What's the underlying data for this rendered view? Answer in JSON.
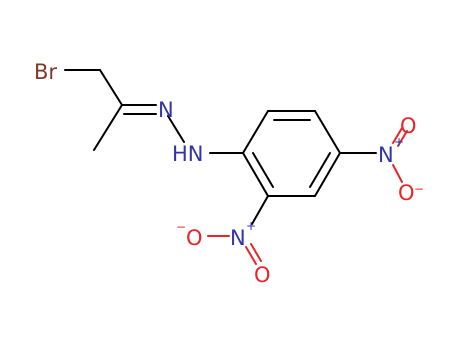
{
  "molecule": {
    "colors": {
      "bond": "#000000",
      "bromine": "#7a3b2a",
      "nitrogen": "#3333aa",
      "oxygen": "#e8252a"
    },
    "atoms": {
      "br": "Br",
      "n_imine": "N",
      "nh": "HN",
      "n_nitro_right": "N",
      "o_right_top": "O",
      "o_right_bottom": "O",
      "n_nitro_bottom": "N",
      "o_bottom_left": "O",
      "o_bottom_right": "O"
    },
    "charges": {
      "plus": "+",
      "minus": "−"
    }
  }
}
